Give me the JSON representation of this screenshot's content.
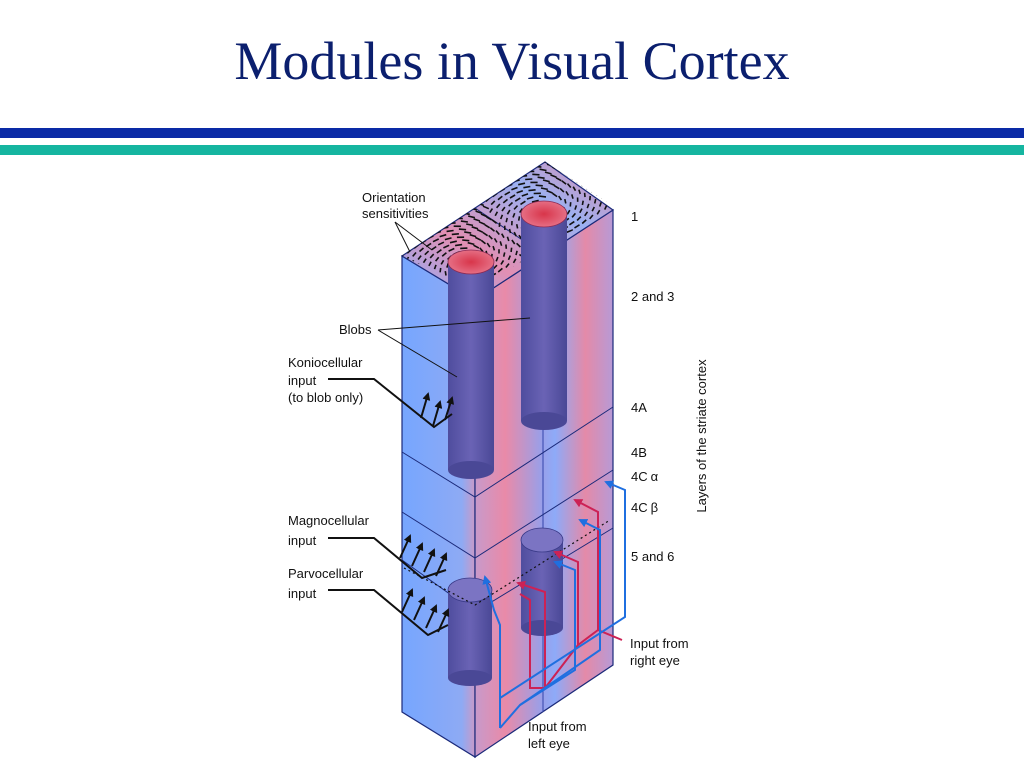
{
  "slide": {
    "title": "Modules in Visual Cortex"
  },
  "labels": {
    "orientation_line1": "Orientation",
    "orientation_line2": "sensitivities",
    "blobs": "Blobs",
    "konio_line1": "Koniocellular",
    "konio_line2": "input",
    "konio_line3": "(to blob only)",
    "magno_line1": "Magnocellular",
    "magno_line2": "input",
    "parvo_line1": "Parvocellular",
    "parvo_line2": "input",
    "right_eye_line1": "Input from",
    "right_eye_line2": "right eye",
    "left_eye_line1": "Input from",
    "left_eye_line2": "left eye",
    "axis_title": "Layers of the striate cortex"
  },
  "layers": {
    "l1": "1",
    "l23": "2 and 3",
    "l4a": "4A",
    "l4b": "4B",
    "l4calpha_prefix": "4C",
    "l4calpha_symbol": "α",
    "l4cbeta_prefix": "4C",
    "l4cbeta_symbol": "β",
    "l56": "5 and 6"
  },
  "colors": {
    "title": "#0b1f6e",
    "rule_blue": "#0a2aa6",
    "rule_teal": "#15b5a0",
    "block_blue": "#7aa7ff",
    "block_pink": "#e98aa8",
    "blob_fill": "#5b5aa8",
    "right_eye_line": "#cc2255",
    "left_eye_line": "#1f6fe0"
  }
}
